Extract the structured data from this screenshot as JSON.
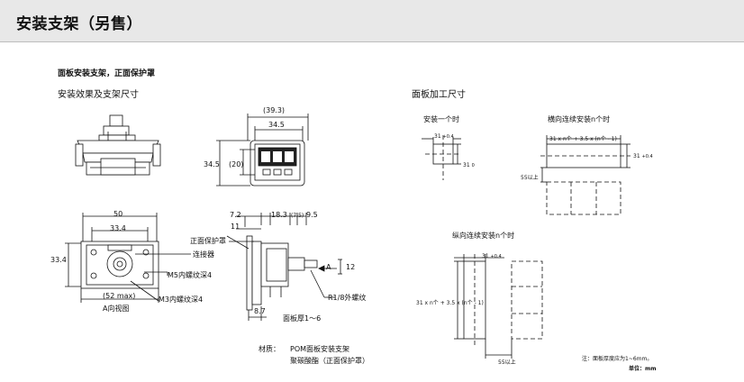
{
  "page": {
    "title": "安装支架（另售）"
  },
  "bracket": {
    "heading": "面板安装支架，正面保护罩",
    "effect_title": "安装效果及支架尺寸",
    "dim_39_3": "(39.3)",
    "dim_34_5_top": "34.5",
    "dim_34_5_left": "34.5",
    "dim_20": "(20)",
    "dim_50": "50",
    "dim_33_4_top": "33.4",
    "dim_33_4_left": "33.4",
    "dim_52max": "(52 max)",
    "view_a": "A向视图",
    "dim_7_2": "7.2",
    "dim_11": "11",
    "dim_18_3": "18.3",
    "dim_7_5": "(7.5)",
    "dim_9_5": "9.5",
    "front_cover": "正面保护罩",
    "connector": "连接器",
    "m5": "M5内螺纹深4",
    "m3": "M3内螺纹深4",
    "arrow_a": "A",
    "dim_12": "12",
    "r_thread": "R1/8外螺纹",
    "dim_8_7": "8.7",
    "panel_thickness": "面板厚1～6",
    "material_label": "材质：",
    "material_1": "POM面板安装支架",
    "material_2": "聚碳酸酯（正面保护罩）"
  },
  "cutout": {
    "title": "面板加工尺寸",
    "single": "安装一个时",
    "horizontal": "横向连续安装n个时",
    "vertical": "纵向连续安装n个时",
    "dim_31_a": "31",
    "dim_31_b": "31",
    "dim_31_c": "31",
    "dim_31_d": "31",
    "tol_plus": "+0.4",
    "tol_zero": "0",
    "formula_h": "31 x n个 + 3.5 x (n个 - 1)",
    "formula_v": "31 x n个 + 3.5 x (n个 - 1)",
    "min55_a": "55以上",
    "min55_b": "55以上",
    "note": "注：面板厚度应为1~6mm。",
    "unit": "单位：mm"
  }
}
